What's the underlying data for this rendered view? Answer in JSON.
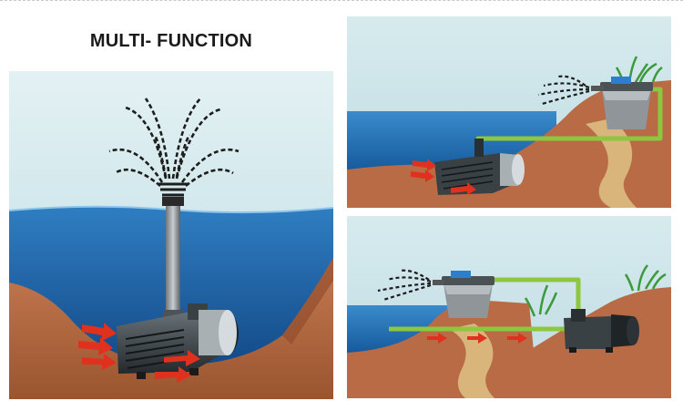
{
  "header": {
    "title": "MULTI- FUNCTION"
  },
  "colors": {
    "sky": "#cfe6ea",
    "water_light": "#4a96cf",
    "water_dark": "#16569c",
    "ground": "#b86b45",
    "ground_dark": "#8e4a2a",
    "sand": "#d9b57c",
    "pump": "#3c4348",
    "hose": "#8dc63f",
    "arrow": "#e0301e",
    "grass": "#3c9a3a"
  },
  "panels": [
    {
      "name": "fountain",
      "icon": "fountain-pump-icon"
    },
    {
      "name": "filter-top",
      "icon": "pond-filter-icon"
    },
    {
      "name": "filter-bottom",
      "icon": "pond-filter-icon"
    }
  ]
}
